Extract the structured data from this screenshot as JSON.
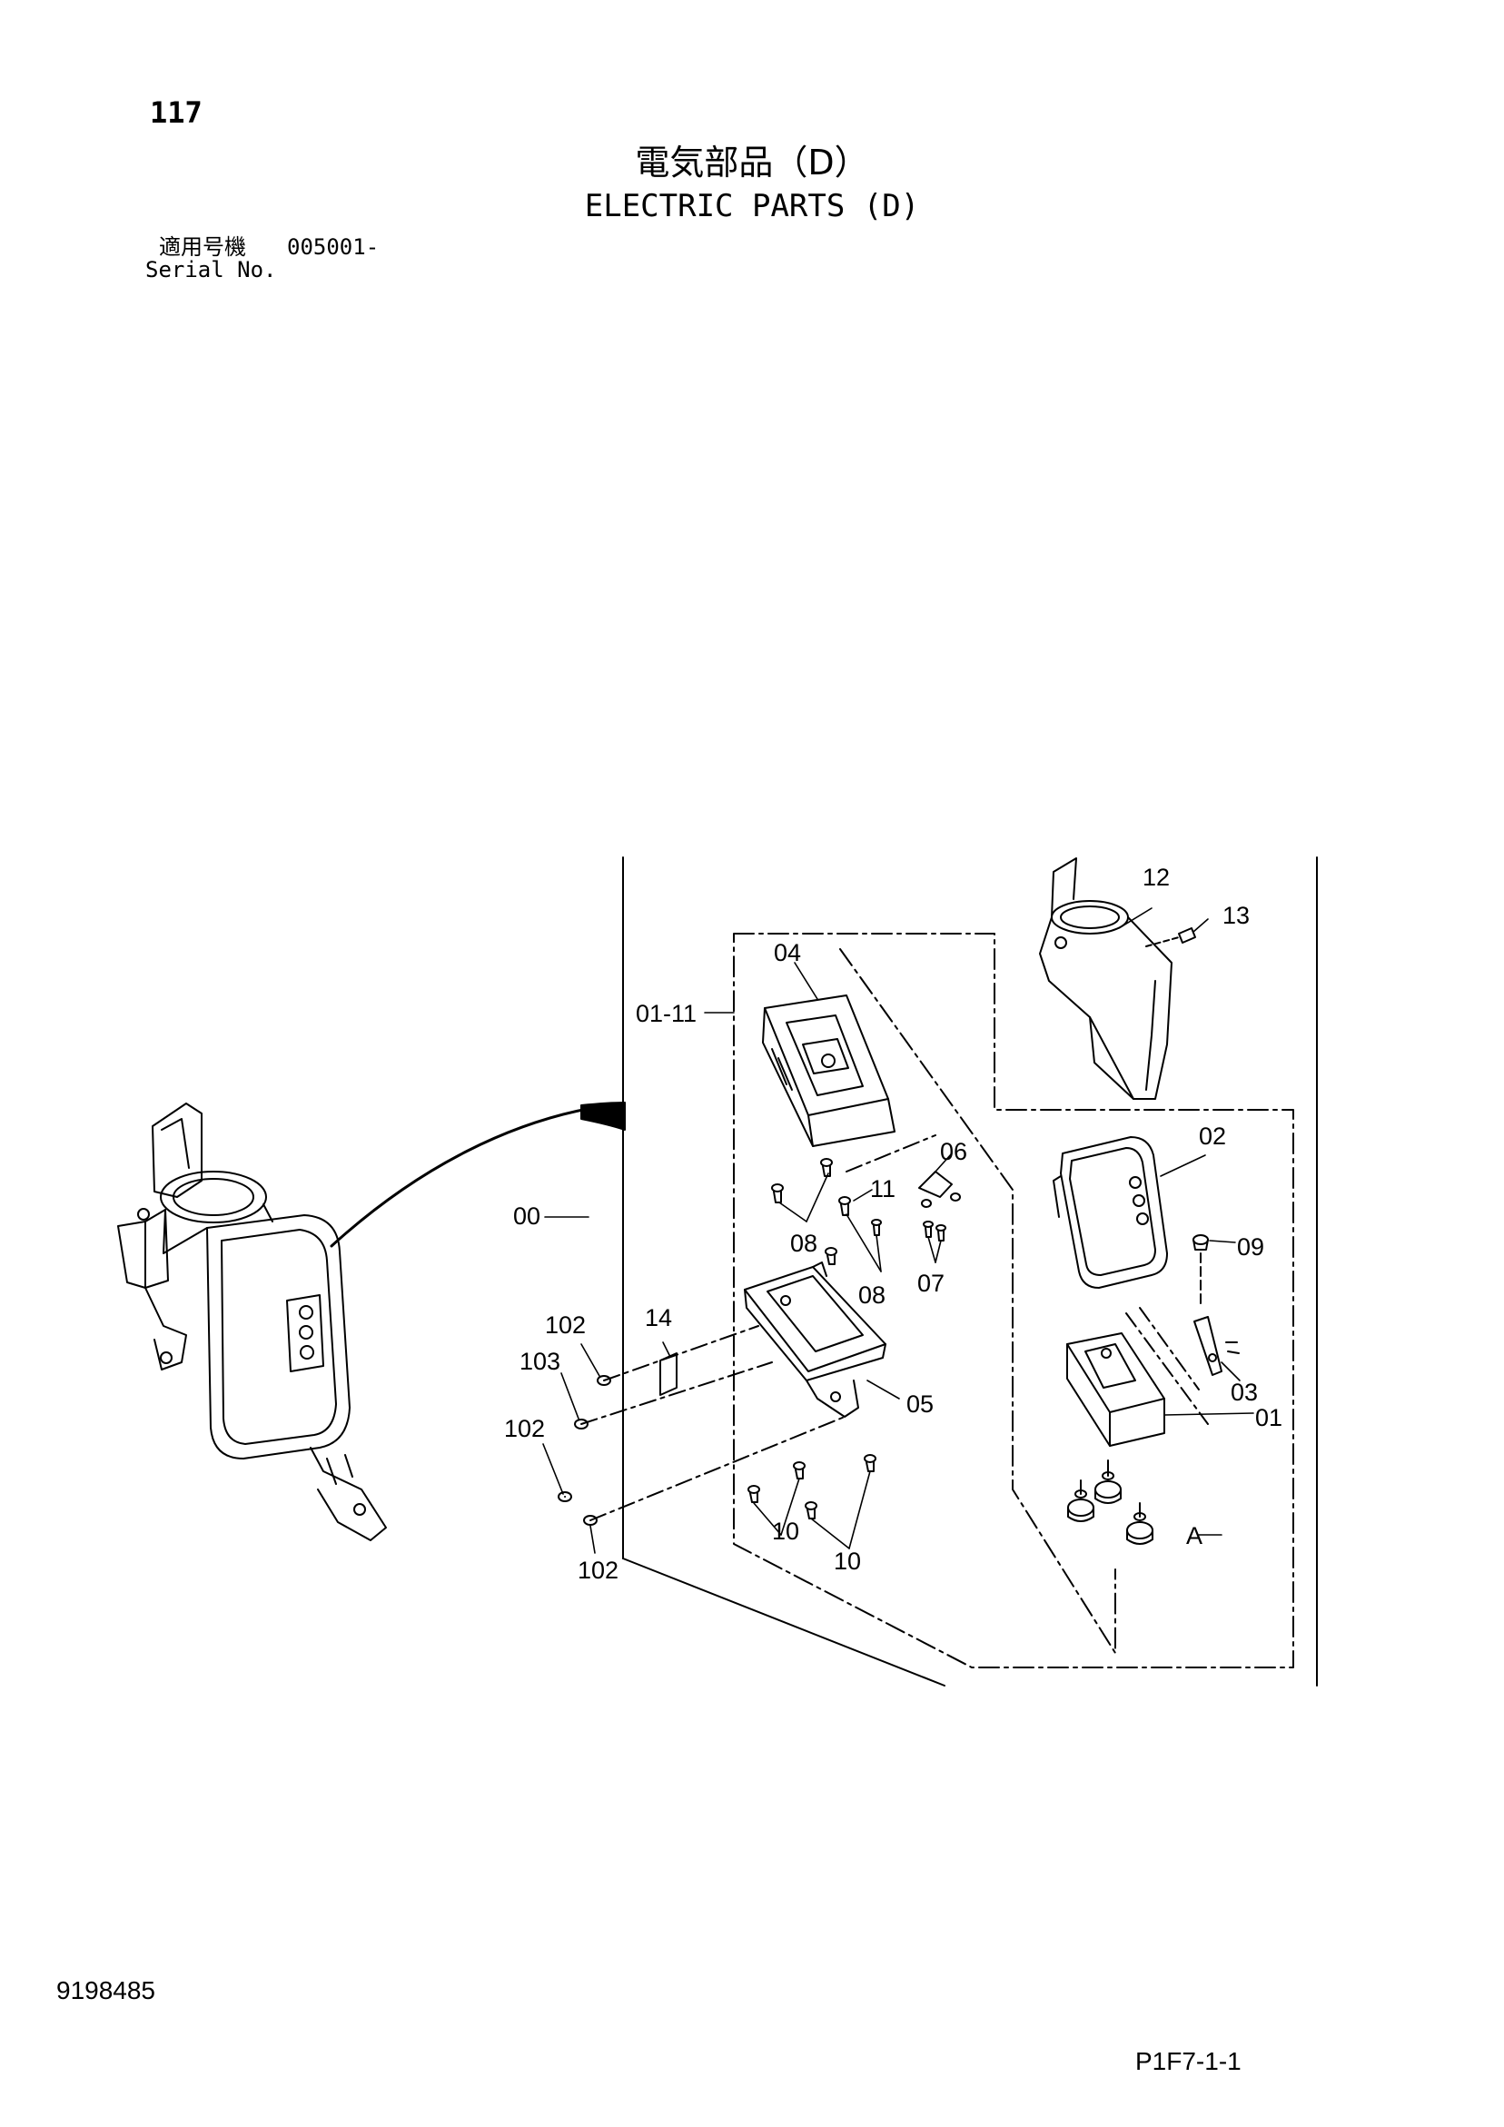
{
  "header": {
    "page_number": "117",
    "title_ja": "電気部品（D）",
    "title_en": "ELECTRIC PARTS (D)",
    "serial_label_ja": "適用号機",
    "serial_range": "005001-",
    "serial_label_en": "Serial No."
  },
  "footer": {
    "doc_number": "9198485",
    "page_code": "P1F7-1-1"
  },
  "callouts": {
    "c00": "00",
    "c01": "01",
    "c01_11": "01-11",
    "c02": "02",
    "c03": "03",
    "c04": "04",
    "c05": "05",
    "c06": "06",
    "c07": "07",
    "c08a": "08",
    "c08b": "08",
    "c09": "09",
    "c10a": "10",
    "c10b": "10",
    "c11": "11",
    "c12": "12",
    "c13": "13",
    "c14": "14",
    "c102a": "102",
    "c102b": "102",
    "c102c": "102",
    "c103": "103",
    "cA": "A"
  }
}
